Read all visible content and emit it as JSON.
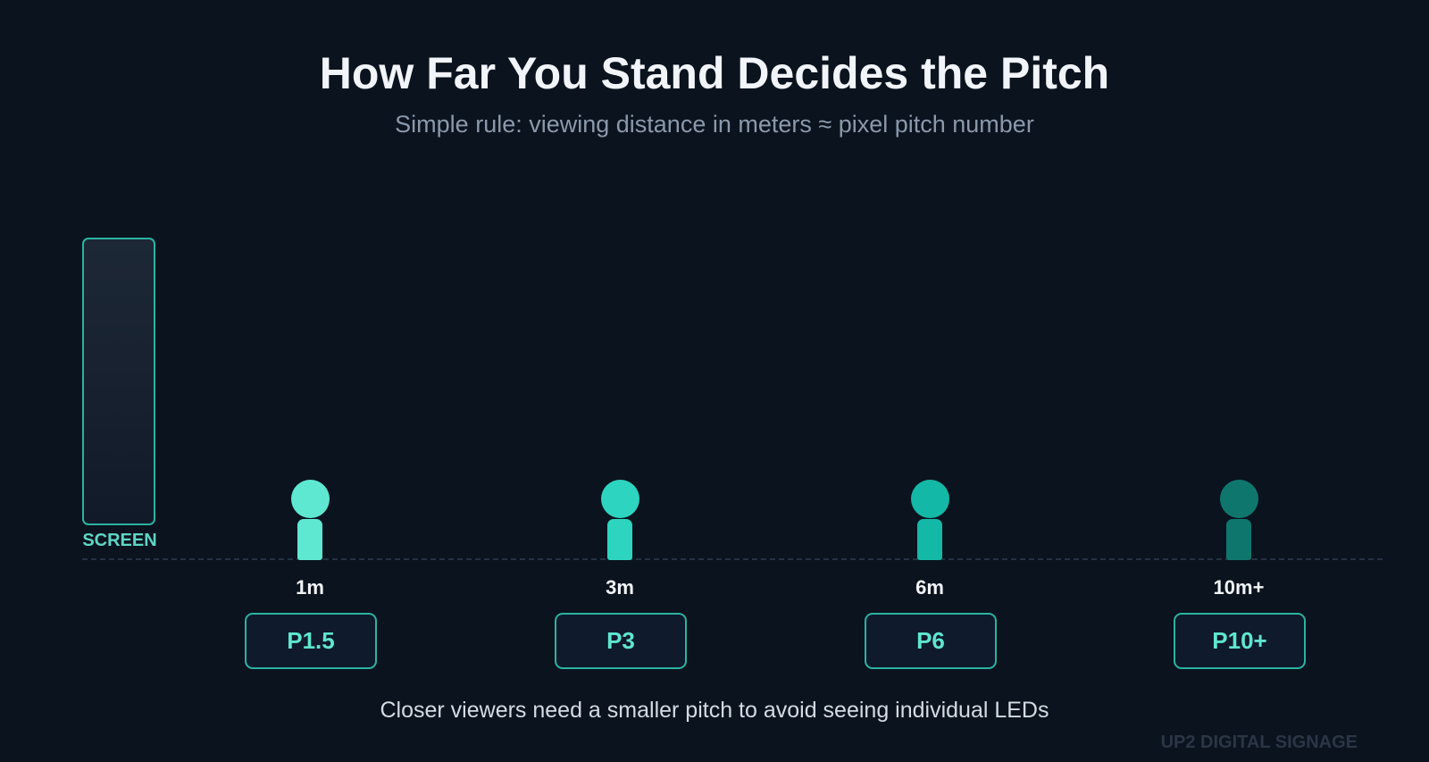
{
  "title": "How Far You Stand Decides the Pitch",
  "subtitle": "Simple rule: viewing distance in meters ≈ pixel pitch number",
  "screen_label": "SCREEN",
  "stations": [
    {
      "distance": "1m",
      "pitch": "P1.5",
      "color": "#5ee8d2"
    },
    {
      "distance": "3m",
      "pitch": "P3",
      "color": "#2dd4bf"
    },
    {
      "distance": "6m",
      "pitch": "P6",
      "color": "#14b8a6"
    },
    {
      "distance": "10m+",
      "pitch": "P10+",
      "color": "#0f766e"
    }
  ],
  "caption": "Closer viewers need a smaller pitch to avoid seeing individual LEDs",
  "watermark": "UP2 DIGITAL SIGNAGE",
  "colors": {
    "accent": "#2bb3a0",
    "background": "#0b131e"
  }
}
